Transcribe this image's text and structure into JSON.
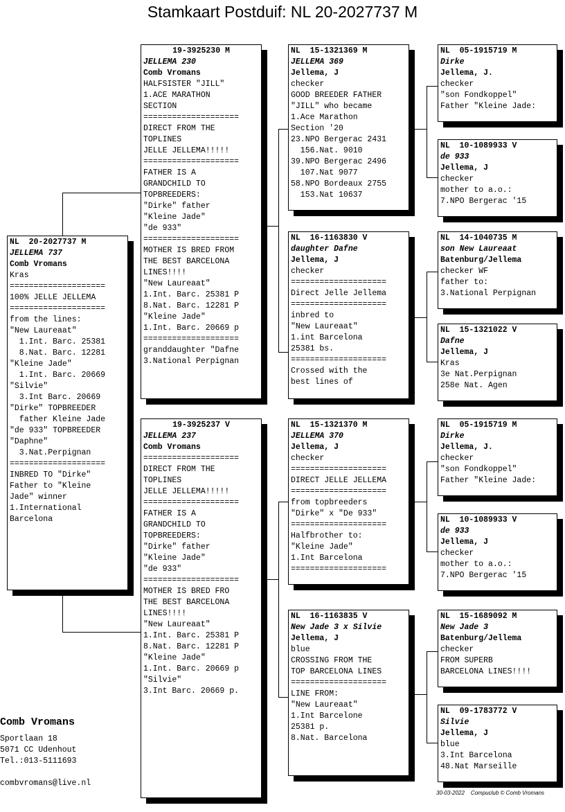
{
  "title": "Stamkaart Postduif: NL  20-2027737 M",
  "cards": {
    "main": {
      "ring": "NL  20-2027737 M",
      "name": "JELLEMA 737",
      "breeder": "Comb Vromans",
      "lines": [
        "Kras",
        "====================",
        "100% JELLE JELLEMA",
        "====================",
        "from the lines:",
        "\"New Laureaat\"",
        "  1.Int. Barc. 25381",
        "  8.Nat. Barc. 12281",
        "\"Kleine Jade\"",
        "  1.Int. Barc. 20669",
        "\"Silvie\"",
        "  3.Int Barc. 20669",
        "\"Dirke\" TOPBREEDER",
        "  father Kleine Jade",
        "\"de 933\" TOPBREEDER",
        "\"Daphne\"",
        "  3.Nat.Perpignan",
        "====================",
        "INBRED TO \"Dirke\"",
        "Father to \"Kleine",
        "Jade\" winner",
        "1.International",
        "Barcelona"
      ]
    },
    "father": {
      "ring": "19-3925230 M",
      "name": "JELLEMA 230",
      "breeder": "Comb Vromans",
      "lines": [
        "",
        "HALFSISTER \"JILL\"",
        "1.ACE MARATHON",
        "SECTION",
        "====================",
        "DIRECT FROM THE",
        "TOPLINES",
        "JELLE JELLEMA!!!!!",
        "====================",
        "FATHER IS A",
        "GRANDCHILD TO",
        "TOPBREEDERS:",
        "\"Dirke\" father",
        "\"Kleine Jade\"",
        "\"de 933\"",
        "====================",
        "MOTHER IS BRED FROM",
        "THE BEST BARCELONA",
        "LINES!!!!",
        "\"New Laureaat\"",
        "1.Int. Barc. 25381 P",
        "8.Nat. Barc. 12281 P",
        "\"Kleine Jade\"",
        "1.Int. Barc. 20669 p",
        "====================",
        "granddaughter \"Dafne",
        "3.National Perpignan"
      ]
    },
    "mother": {
      "ring": "19-3925237 V",
      "name": "JELLEMA 237",
      "breeder": "Comb Vromans",
      "lines": [
        "",
        "====================",
        "DIRECT FROM THE",
        "TOPLINES",
        "JELLE JELLEMA!!!!!",
        "====================",
        "FATHER IS A",
        "GRANDCHILD TO",
        "TOPBREEDERS:",
        "\"Dirke\" father",
        "\"Kleine Jade\"",
        "\"de 933\"",
        "====================",
        "MOTHER IS BRED FRO",
        "THE BEST BARCELONA",
        "LINES!!!!",
        "\"New Laureaat\"",
        "1.Int. Barc. 25381 P",
        "8.Nat. Barc. 12281 P",
        "\"Kleine Jade\"",
        "1.Int. Barc. 20669 p",
        "\"Silvie\"",
        "3.Int Barc. 20669 p."
      ]
    },
    "ff": {
      "ring": "NL  15-1321369 M",
      "name": "JELLEMA 369",
      "breeder": "Jellema, J",
      "lines": [
        "checker",
        "GOOD BREEDER FATHER",
        "\"JILL\" who became",
        "1.Ace Marathon",
        "Section '20",
        "23.NPO Bergerac 2431",
        "  156.Nat. 9010",
        "39.NPO Bergerac 2496",
        "  107.Nat 9077",
        "58.NPO Bordeaux 2755",
        "  153.Nat 10637"
      ]
    },
    "fm": {
      "ring": "NL  16-1163830 V",
      "name": "daughter Dafne",
      "breeder": "Jellema, J",
      "lines": [
        "checker",
        "====================",
        "Direct Jelle Jellema",
        "====================",
        "inbred to",
        "\"New Laureaat\"",
        "1.int Barcelona",
        "25381 bs.",
        "====================",
        "Crossed with the",
        "best lines of"
      ]
    },
    "mf": {
      "ring": "NL  15-1321370 M",
      "name": "JELLEMA 370",
      "breeder": "Jellema, J",
      "lines": [
        "checker",
        "====================",
        "DIRECT JELLE JELLEMA",
        "====================",
        "from topbreeders",
        "\"Dirke\" x \"De 933\"",
        "====================",
        "Halfbrother to:",
        "\"Kleine Jade\"",
        "1.Int Barcelona",
        "===================="
      ]
    },
    "mm": {
      "ring": "NL  16-1163835 V",
      "name": "New Jade 3 x Silvie",
      "breeder": "Jellema, J",
      "lines": [
        "blue",
        "",
        "CROSSING FROM THE",
        "TOP BARCELONA LINES",
        "====================",
        "",
        "LINE FROM:",
        "\"New Laureaat\"",
        "1.Int Barcelone",
        "25381 p.",
        "8.Nat. Barcelona"
      ]
    },
    "fff": {
      "ring": "NL  05-1915719 M",
      "name": "Dirke",
      "breeder": "Jellema, J.",
      "lines": [
        "checker",
        "\"son Fondkoppel\"",
        "Father \"Kleine Jade:"
      ]
    },
    "ffm": {
      "ring": "NL  10-1089933 V",
      "name": "de 933",
      "breeder": "Jellema, J",
      "lines": [
        "checker",
        "mother to a.o.:",
        "7.NPO Bergerac '15"
      ]
    },
    "fmf": {
      "ring": "NL  14-1040735 M",
      "name": "son New Laureaat",
      "breeder": "Batenburg/Jellema",
      "lines": [
        "checker WF",
        "father to:",
        "3.National Perpignan"
      ]
    },
    "fmm": {
      "ring": "NL  15-1321022 V",
      "name": "Dafne",
      "breeder": "Jellema, J",
      "lines": [
        "Kras",
        "3e Nat.Perpignan",
        "258e Nat. Agen"
      ]
    },
    "mff": {
      "ring": "NL  05-1915719 M",
      "name": "Dirke",
      "breeder": "Jellema, J.",
      "lines": [
        "checker",
        "\"son Fondkoppel\"",
        "Father \"Kleine Jade:"
      ]
    },
    "mfm": {
      "ring": "NL  10-1089933 V",
      "name": "de 933",
      "breeder": "Jellema, J",
      "lines": [
        "checker",
        "mother to a.o.:",
        "7.NPO Bergerac '15"
      ]
    },
    "mmf": {
      "ring": "NL  15-1689092 M",
      "name": "New Jade 3",
      "breeder": "Batenburg/Jellema",
      "lines": [
        "checker",
        "FROM SUPERB",
        "BARCELONA LINES!!!!"
      ]
    },
    "mmm": {
      "ring": "NL  09-1783772 V",
      "name": "Silvie",
      "breeder": "Jellema, J",
      "lines": [
        "blue",
        "3.Int Barcelona",
        "48.Nat Marseille"
      ]
    }
  },
  "footer": {
    "name": "Comb Vromans",
    "address": "Sportlaan 18",
    "city": "5071 CC  Udenhout",
    "phone": "Tel.:013-5111693",
    "email": "combvromans@live.nl"
  },
  "stamp": "30-03-2022    Compuclub © Comb Vromans"
}
